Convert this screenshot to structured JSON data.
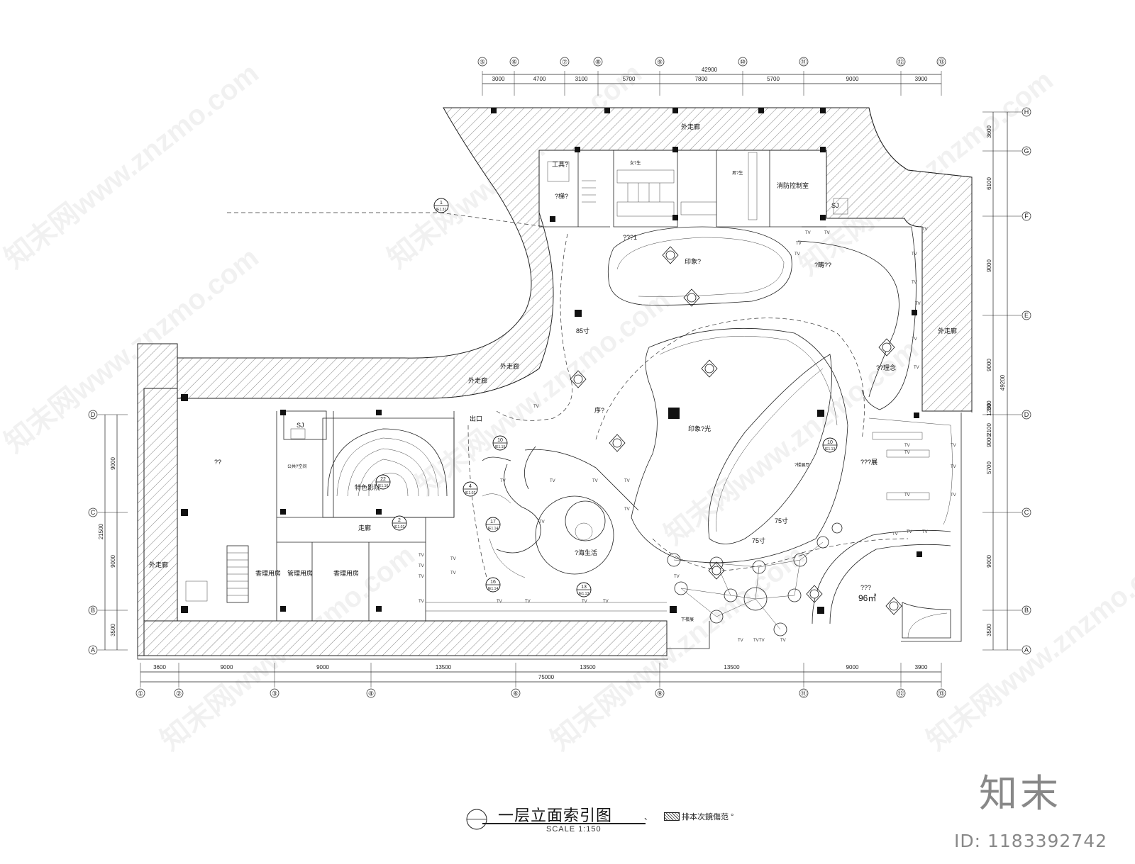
{
  "drawing": {
    "title": "一层立面索引图",
    "scale": "SCALE   1:150",
    "legend_label": "排本次鏡傷范 °",
    "legend_prefix": "、",
    "brand_logo": "知末",
    "image_id": "ID: 1183392742",
    "watermark": "知末网www.znzmo.com"
  },
  "grid": {
    "top_labels": [
      "⑤",
      "⑥",
      "⑦",
      "⑧",
      "⑨",
      "⑩",
      "⑪",
      "⑫",
      "⑬"
    ],
    "top_total": "42900",
    "top_dims": [
      "3000",
      "4700",
      "3100",
      "5700",
      "7800",
      "5700",
      "9000",
      "3900"
    ],
    "bottom_labels": [
      "①",
      "②",
      "③",
      "④",
      "⑥",
      "⑨",
      "⑪",
      "⑫",
      "⑬"
    ],
    "bottom_total": "75000",
    "bottom_dims": [
      "3600",
      "9000",
      "9000",
      "13500",
      "13500",
      "13500",
      "9000",
      "3900"
    ],
    "right_labels": [
      "H",
      "G",
      "F",
      "E",
      "D",
      "C",
      "B",
      "A"
    ],
    "right_total": "49200",
    "right_dims": [
      "3600",
      "6100",
      "9000",
      "9000",
      "300",
      "1200",
      "2100",
      "9000",
      "5700",
      "9000",
      "3500"
    ],
    "left_labels": [
      "D",
      "C",
      "B",
      "A"
    ],
    "left_total": "21500",
    "left_dims": [
      "9000",
      "9000",
      "3500"
    ]
  },
  "rooms": [
    {
      "text": "外走廊"
    },
    {
      "text": "外走廊"
    },
    {
      "text": "外走廊"
    },
    {
      "text": "外走廊"
    },
    {
      "text": "外走廊"
    },
    {
      "text": "消防控制室"
    },
    {
      "text": "工具?"
    },
    {
      "text": "?梯?"
    },
    {
      "text": "???1"
    },
    {
      "text": "印象?"
    },
    {
      "text": "?畴??"
    },
    {
      "text": "??理念"
    },
    {
      "text": "序?"
    },
    {
      "text": "印象?光"
    },
    {
      "text": "???展"
    },
    {
      "text": "特色影院"
    },
    {
      "text": "?海生活"
    },
    {
      "text": "???"
    },
    {
      "text": "96㎡"
    },
    {
      "text": "走廊"
    },
    {
      "text": "??"
    },
    {
      "text": "香理用房"
    },
    {
      "text": "管理用房"
    },
    {
      "text": "香理用房"
    },
    {
      "text": "出口"
    },
    {
      "text": "公共?空间"
    },
    {
      "text": "SJ"
    },
    {
      "text": "SJ"
    },
    {
      "text": "75寸"
    },
    {
      "text": "75寸"
    },
    {
      "text": "85寸"
    },
    {
      "text": "女?生"
    },
    {
      "text": "男?生"
    },
    {
      "text": "下楼展"
    },
    {
      "text": "?楼展厅"
    }
  ],
  "markers": [
    {
      "num": "1",
      "ref": "IE1.31"
    },
    {
      "num": "10",
      "ref": "IE1.15"
    },
    {
      "num": "22",
      "ref": "IE1.16"
    },
    {
      "num": "17",
      "ref": "IE1.14"
    },
    {
      "num": "16",
      "ref": "IE1.14"
    },
    {
      "num": "13",
      "ref": "IE1.13"
    },
    {
      "num": "10",
      "ref": "IE1.13"
    },
    {
      "num": "4",
      "ref": "IE1.02"
    },
    {
      "num": "2",
      "ref": "IE1.02"
    }
  ],
  "tv_label": "TV"
}
